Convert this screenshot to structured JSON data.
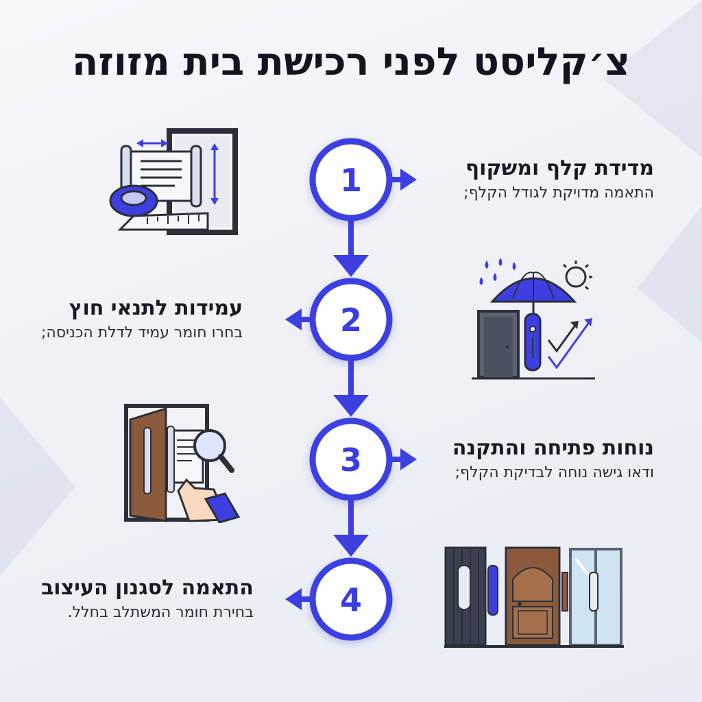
{
  "title": "צ׳קליסט לפני רכישת בית מזוזה",
  "colors": {
    "accent": "#3d3fe0",
    "ink": "#1a1a26"
  },
  "steps": [
    {
      "number": "1",
      "heading": "מדידת קלף ומשקוף",
      "desc": "התאמה מדויקת לגודל הקלף;",
      "icon": "measuring-tape-scroll-doorframe-icon"
    },
    {
      "number": "2",
      "heading": "עמידות לתנאי חוץ",
      "desc": "בחרו חומר עמיד לדלת הכניסה;",
      "icon": "umbrella-weather-door-icon"
    },
    {
      "number": "3",
      "heading": "נוחות פתיחה והתקנה",
      "desc": "ודאו גישה נוחה לבדיקת הקלף;",
      "icon": "magnifier-hand-scroll-icon"
    },
    {
      "number": "4",
      "heading": "התאמה לסגנון העיצוב",
      "desc": "בחירת חומר המשתלב בחלל.",
      "icon": "doors-styles-icon"
    }
  ]
}
